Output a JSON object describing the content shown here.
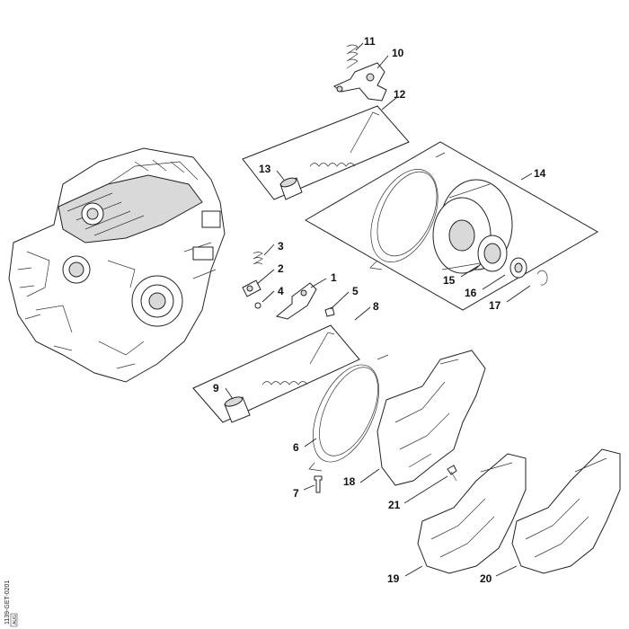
{
  "callouts": [
    "1",
    "2",
    "3",
    "4",
    "5",
    "6",
    "7",
    "8",
    "9",
    "10",
    "11",
    "12",
    "13",
    "14",
    "15",
    "16",
    "17",
    "18",
    "19",
    "20",
    "21"
  ],
  "drawing_code": "1139-GET-0201",
  "drawing_code_extra": "AUG"
}
